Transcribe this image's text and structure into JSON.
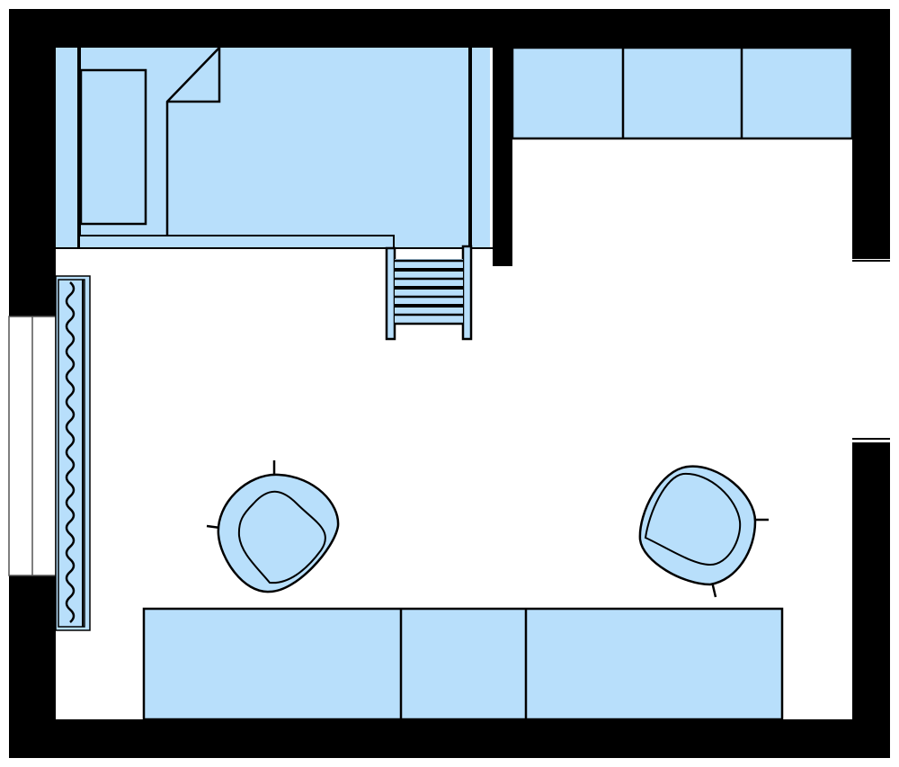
{
  "plan": {
    "colors": {
      "wall": "#000000",
      "furniture": "#b8dffb",
      "floor": "#ffffff",
      "outline": "#000000"
    },
    "furniture": [
      "loft-bed",
      "ladder",
      "top-cabinets",
      "radiator",
      "armchair",
      "armchair",
      "sideboard"
    ]
  }
}
